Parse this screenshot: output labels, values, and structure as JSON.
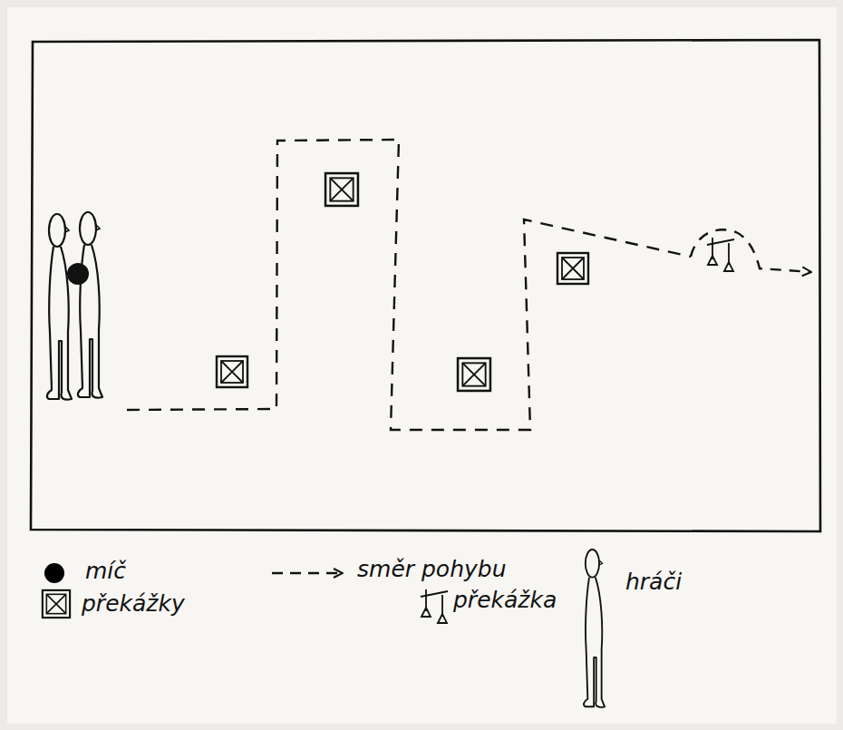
{
  "diagram": {
    "legend": [
      {
        "text": "míč",
        "color": "#000000"
      },
      {
        "text": "směr pohybu"
      },
      {
        "text": "překážky"
      },
      {
        "text": "překážka"
      },
      {
        "text": "hráči"
      }
    ]
  }
}
